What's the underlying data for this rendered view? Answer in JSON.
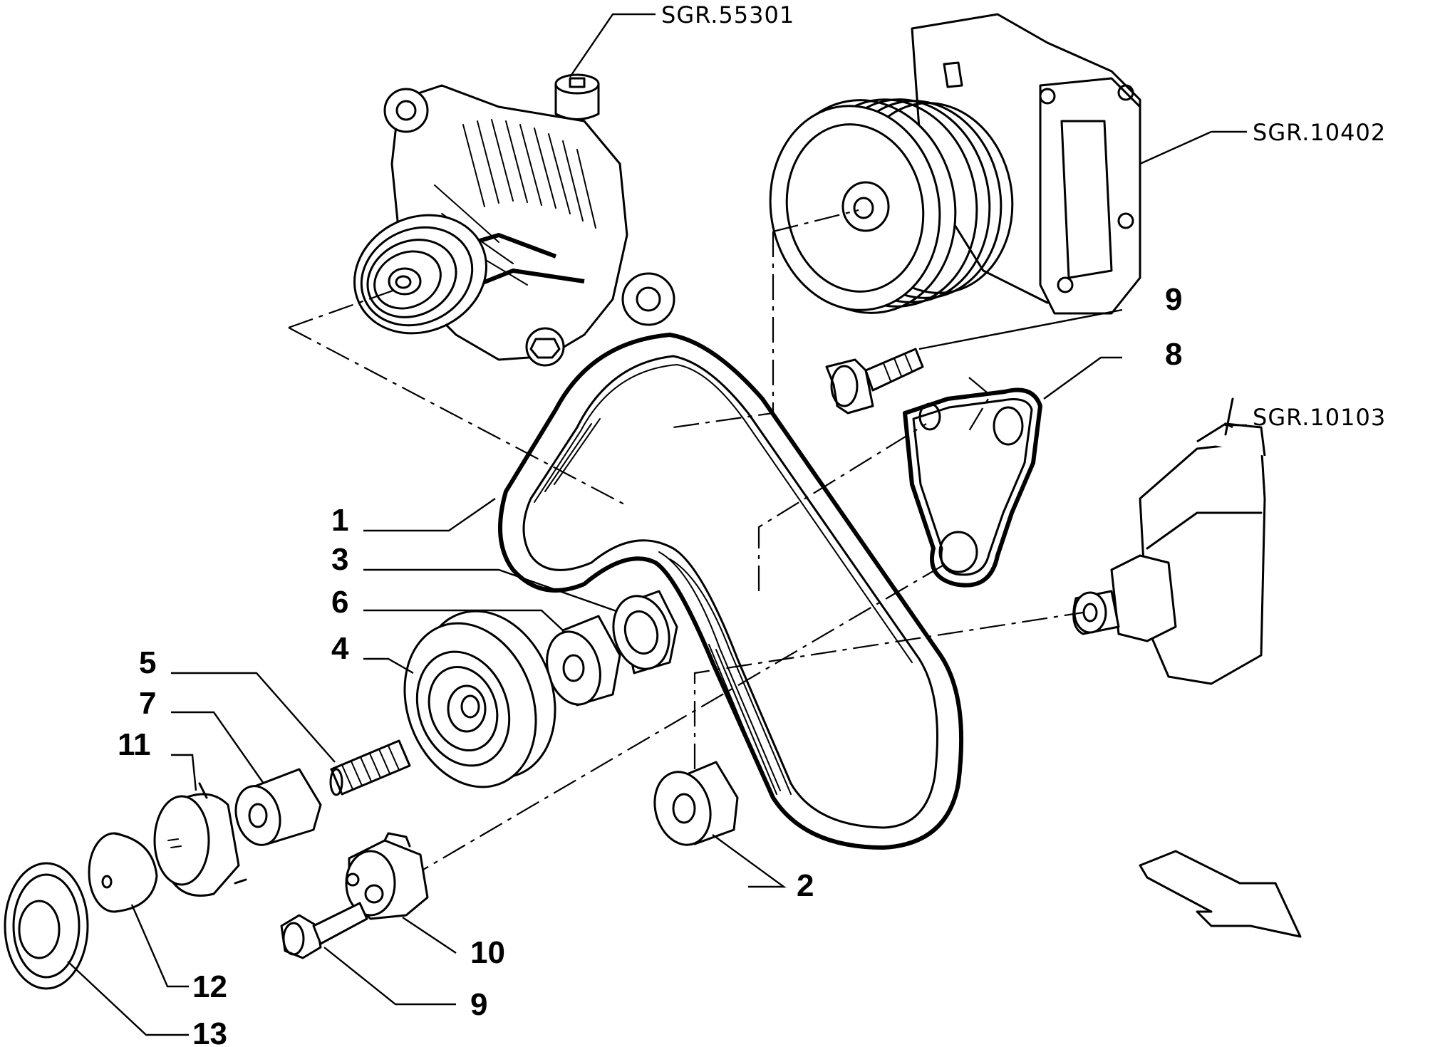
{
  "references": {
    "alternator": "SGR.55301",
    "water_pump": "SGR.10402",
    "crankshaft": "SGR.10103"
  },
  "callouts": {
    "belt": "1",
    "spacer_bush": "2",
    "bush_3": "3",
    "tensioner_pulley": "4",
    "stud": "5",
    "bush_6": "6",
    "spacer_7": "7",
    "bracket": "8",
    "screw_upper": "9",
    "idler_roller": "10",
    "cover_cap": "11",
    "washer_12": "12",
    "washer_13": "13",
    "screw_lower": "9"
  },
  "icons": {
    "direction": "front-direction-arrow-icon"
  }
}
